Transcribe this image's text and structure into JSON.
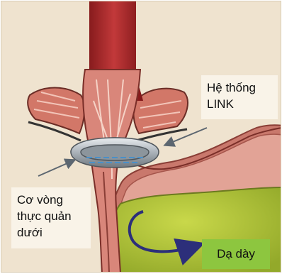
{
  "labels": {
    "link_system": [
      "Hệ thống",
      "LINK"
    ],
    "lower_sphincter": [
      "Cơ vòng",
      "thực quản",
      "dưới"
    ],
    "stomach": "Dạ dày"
  },
  "colors": {
    "background": "#efe3cf",
    "esophagus": "#a82a2c",
    "muscle": "#d9867a",
    "ring": "#b9c0c6",
    "stomach_fill": "#b4c83a",
    "stomach_label_bg": "#8dc63f",
    "arrow": "#5c6670",
    "flow_arrow": "#2c2f7a"
  }
}
